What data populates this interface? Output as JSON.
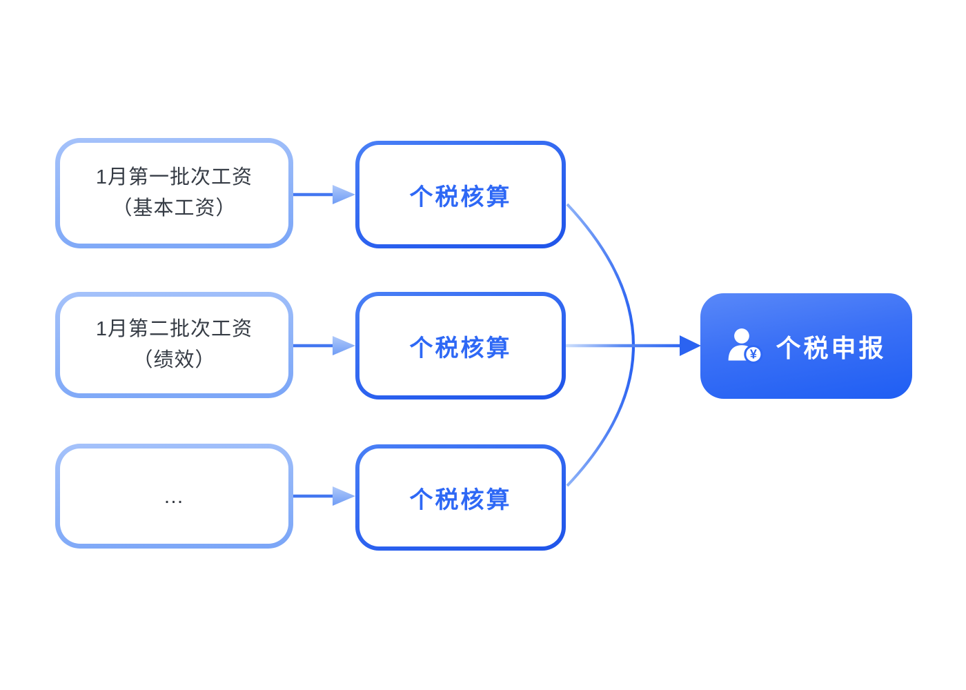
{
  "flow": {
    "sources": [
      {
        "line1": "1月第一批次工资",
        "line2": "（基本工资）"
      },
      {
        "line1": "1月第二批次工资",
        "line2": "（绩效）"
      },
      {
        "line1": "…"
      }
    ],
    "calc_nodes": [
      {
        "label": "个税核算"
      },
      {
        "label": "个税核算"
      },
      {
        "label": "个税核算"
      }
    ],
    "target_node": {
      "label": "个税申报",
      "icon": "person-yuan-icon",
      "currency_symbol": "¥"
    },
    "colors": {
      "source_border": "#8FB5F8",
      "source_text": "#363C45",
      "calc_border": "#2E6AF3",
      "calc_text": "#2E68F5",
      "target_gradient_start": "#5988F8",
      "target_gradient_end": "#1F5EF3",
      "connector_strong": "#2B63F1",
      "connector_light": "#8FB3F8",
      "background": "#FFFFFF"
    }
  }
}
